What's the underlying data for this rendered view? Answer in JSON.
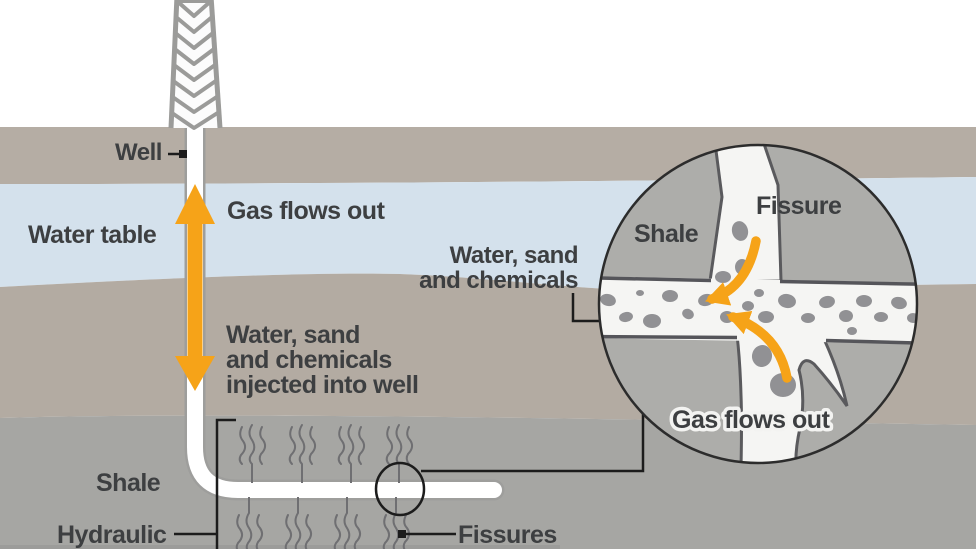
{
  "main": {
    "well": "Well",
    "gas_flows_out": "Gas flows out",
    "water_table": "Water table",
    "injection_line1": "Water, sand",
    "injection_line2": "and chemicals",
    "injection_line3": "injected into well",
    "shale": "Shale",
    "hydraulic": "Hydraulic",
    "fissures": "Fissures"
  },
  "inset": {
    "fissure": "Fissure",
    "shale": "Shale",
    "water_sand_line1": "Water, sand",
    "water_sand_line2": "and chemicals",
    "gas_flows_out": "Gas flows out"
  },
  "colors": {
    "sky": "#ffffff",
    "topsoil": "#b5ada4",
    "water_table_blue": "#d4e1ec",
    "subsoil": "#b3aba2",
    "shale_gray": "#a6a6a3",
    "inset_shale": "#adadaa",
    "fissure_white": "#f5f5f3",
    "pebble_gray": "#919194",
    "border_dark": "#55555a",
    "arrow_orange": "#f6a318",
    "text_dark": "#3d3f41",
    "line_black": "#1c1c1c",
    "rig_gray": "#9b9b99"
  }
}
